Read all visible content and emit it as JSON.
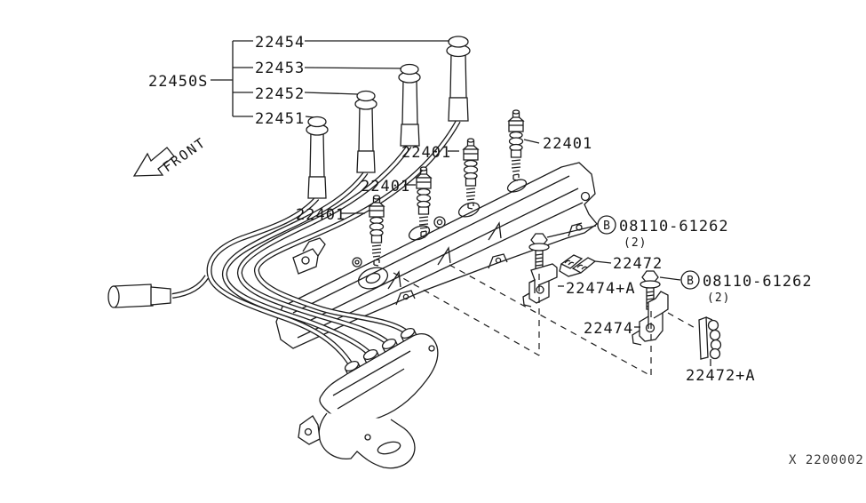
{
  "labels": {
    "front": "FRONT",
    "footer": "X 2200002",
    "wire_set": {
      "group": "22450S",
      "wires": [
        "22454",
        "22453",
        "22452",
        "22451"
      ]
    },
    "spark_plugs": [
      "22401",
      "22401",
      "22401",
      "22401"
    ],
    "bolts": [
      {
        "letter": "B",
        "part": "08110-61262",
        "qty": "(2)"
      },
      {
        "letter": "B",
        "part": "08110-61262",
        "qty": "(2)"
      }
    ],
    "clip": "22472",
    "bracket_a": "22474+A",
    "bracket": "22474",
    "clip_a": "22472+A"
  }
}
